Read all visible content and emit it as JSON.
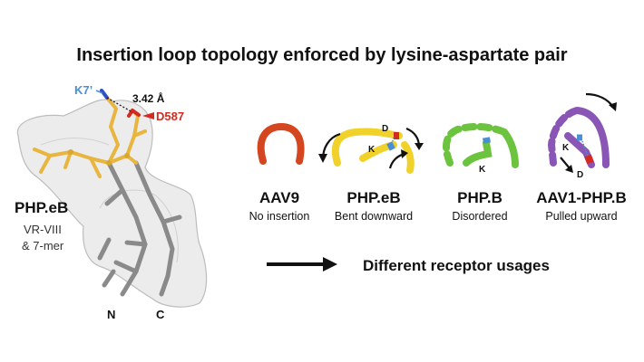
{
  "title": "Insertion loop topology enforced by lysine-aspartate pair",
  "structure": {
    "name": "PHP.eB",
    "subtitle_line1": "VR-VIII",
    "subtitle_line2": "& 7-mer",
    "residue_k": "K7’",
    "residue_d": "D587",
    "distance": "3.42 Å",
    "terminus_n": "N",
    "terminus_c": "C"
  },
  "variants": [
    {
      "name": "AAV9",
      "description": "No insertion"
    },
    {
      "name": "PHP.eB",
      "description": "Bent downward",
      "k_label": "K",
      "d_label": "D"
    },
    {
      "name": "PHP.B",
      "description": "Disordered",
      "k_label": "K"
    },
    {
      "name": "AAV1-PHP.B",
      "description": "Pulled upward",
      "k_label": "K",
      "d_label": "D"
    }
  ],
  "conclusion": "Different receptor usages",
  "colors": {
    "aav9": "#d4461f",
    "php_eb": "#f0d22b",
    "php_b": "#6cc33e",
    "aav1": "#8a56b5",
    "k_blue": "#4a8fd4",
    "d_red": "#d42a20",
    "stick_gold": "#e8b53e",
    "backbone_gray": "#8a8a8a"
  }
}
